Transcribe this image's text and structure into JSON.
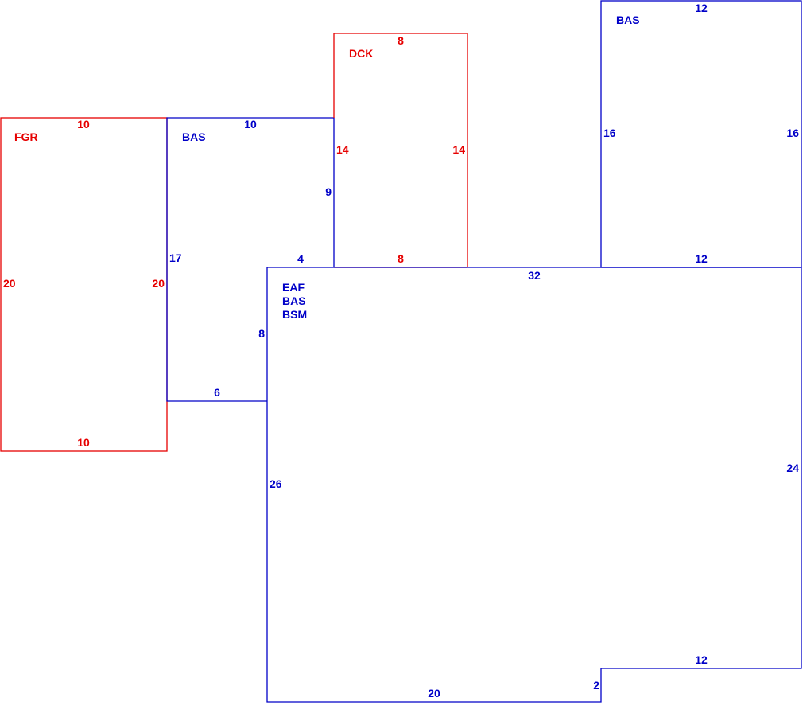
{
  "colors": {
    "blue": "#0000c8",
    "red": "#e60000"
  },
  "areas": {
    "fgr": {
      "label": "FGR",
      "top": "10",
      "left": "20",
      "right": "20",
      "bottom": "10"
    },
    "bas_left": {
      "label": "BAS",
      "top": "10",
      "right": "9",
      "left": "17",
      "step_top": "4",
      "step_right": "8",
      "bottom": "6"
    },
    "dck": {
      "label": "DCK",
      "top": "8",
      "left": "14",
      "right": "14",
      "bottom": "8"
    },
    "bas_right": {
      "label": "BAS",
      "top": "12",
      "left": "16",
      "right": "16",
      "bottom": "12"
    },
    "main": {
      "label_1": "EAF",
      "label_2": "BAS",
      "label_3": "BSM",
      "top": "32",
      "left": "26",
      "right": "24",
      "bottom": "20",
      "notch_vertical": "2",
      "notch_horizontal": "12"
    }
  }
}
